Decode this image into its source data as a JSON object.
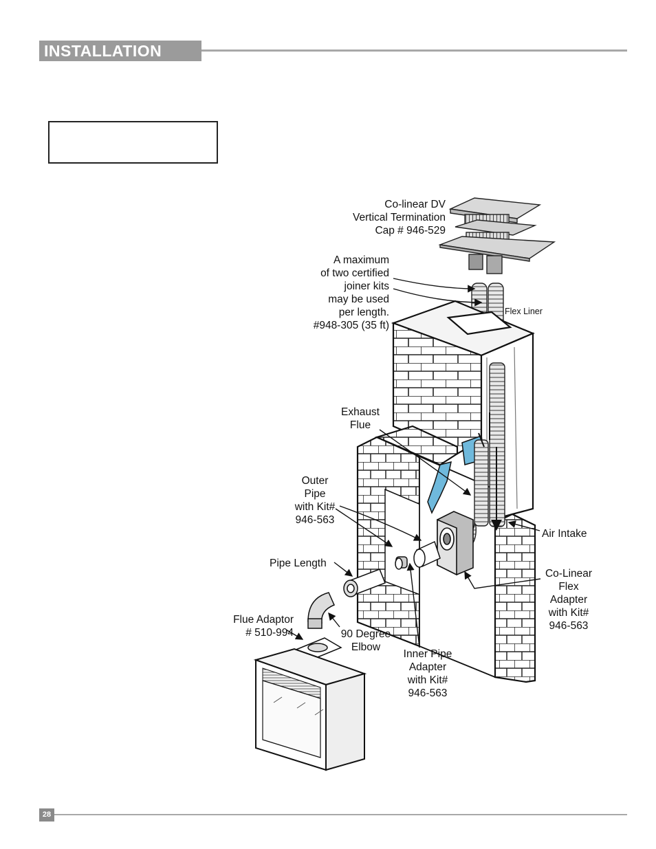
{
  "header": {
    "title": "INSTALLATION"
  },
  "labels": {
    "cap": [
      "Co-linear DV",
      "Vertical Termination",
      "Cap # 946-529"
    ],
    "joiner": [
      "A maximum",
      "of two certified",
      "joiner kits",
      "may be used",
      "per length.",
      "#948-305 (35 ft)"
    ],
    "flex_liner": "Flex Liner",
    "exhaust": [
      "Exhaust",
      "Flue"
    ],
    "outer_pipe": [
      "Outer",
      "Pipe",
      "with Kit#",
      "946-563"
    ],
    "air_intake": "Air Intake",
    "pipe_length": "Pipe Length",
    "co_linear_flex": [
      "Co-Linear",
      "Flex",
      "Adapter",
      "with Kit#",
      "946-563"
    ],
    "flue_adaptor": [
      "Flue Adaptor",
      "# 510-994"
    ],
    "elbow": [
      "90 Degree",
      "Elbow"
    ],
    "inner_pipe": [
      "Inner Pipe",
      "Adapter",
      "with Kit#",
      "946-563"
    ]
  },
  "footer": {
    "page_number": "28"
  }
}
